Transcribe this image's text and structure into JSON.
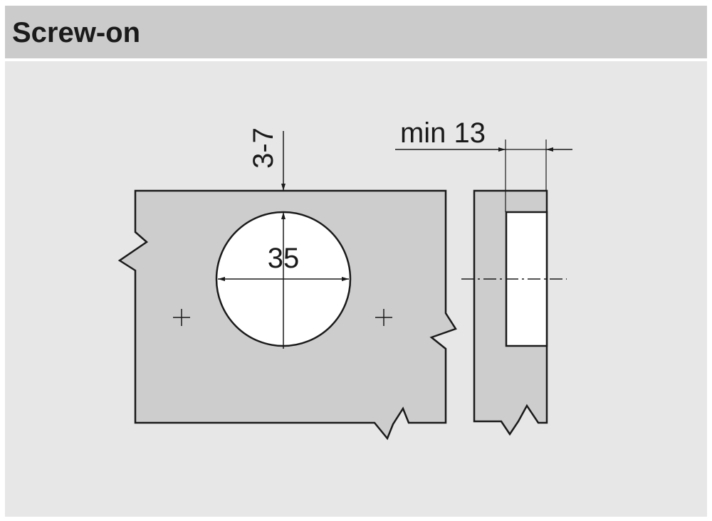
{
  "header": {
    "title": "Screw-on"
  },
  "dimensions": {
    "cup_diameter": "35",
    "edge_distance": "3-7",
    "min_door_thickness": "min 13"
  },
  "colors": {
    "header_bg": "#cbcbcc",
    "panel_bg": "#e7e7e8",
    "part_fill": "#cdcdce",
    "bore_fill": "#ffffff",
    "line": "#1a1a1a"
  }
}
